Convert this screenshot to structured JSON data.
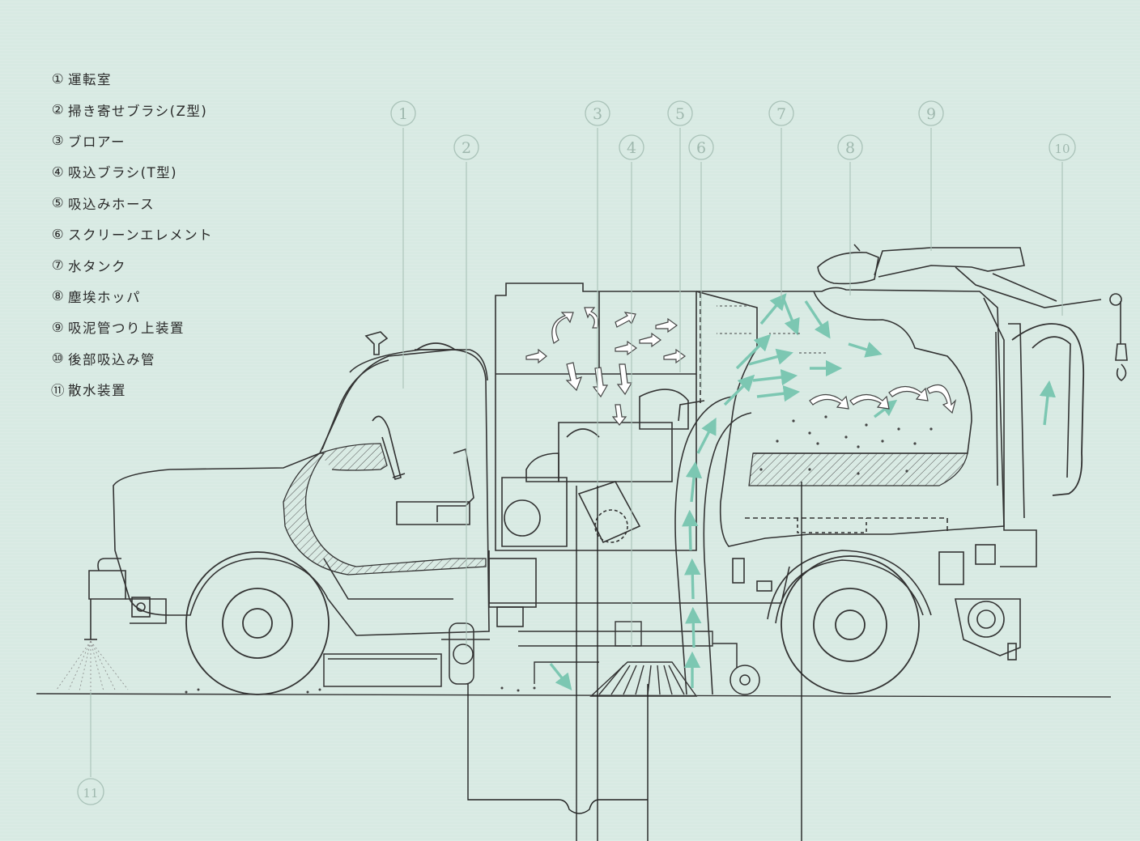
{
  "legend": [
    {
      "num": "①",
      "label": "運転室"
    },
    {
      "num": "②",
      "label": "掃き寄せブラシ(Z型)"
    },
    {
      "num": "③",
      "label": "ブロアー"
    },
    {
      "num": "④",
      "label": "吸込ブラシ(T型)"
    },
    {
      "num": "⑤",
      "label": "吸込みホース"
    },
    {
      "num": "⑥",
      "label": "スクリーンエレメント"
    },
    {
      "num": "⑦",
      "label": "水タンク"
    },
    {
      "num": "⑧",
      "label": "塵埃ホッパ"
    },
    {
      "num": "⑨",
      "label": "吸泥管つり上装置"
    },
    {
      "num": "⑩",
      "label": "後部吸込み管"
    },
    {
      "num": "⑪",
      "label": "散水装置"
    }
  ],
  "callouts": [
    "1",
    "2",
    "3",
    "4",
    "5",
    "6",
    "7",
    "8",
    "9",
    "10",
    "11"
  ],
  "colors": {
    "background": "#d8eae3",
    "line": "#333333",
    "airflow": "#7cc7b2",
    "callout": "#9fb8ae"
  }
}
